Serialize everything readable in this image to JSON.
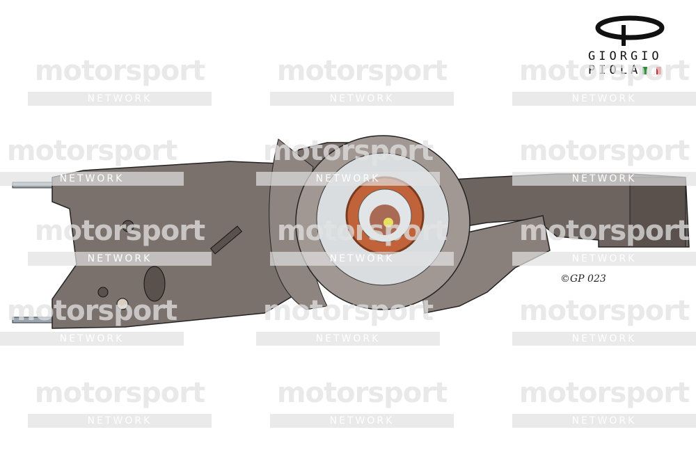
{
  "watermark": {
    "brand": "motorsport",
    "sub": "NETWORK"
  },
  "logo": {
    "line1": "GIORGIO",
    "line2": "PIOLA",
    "flag_colors": [
      "#2e8b3a",
      "#ffffff",
      "#d62828"
    ]
  },
  "signature": "©GP 023",
  "colors": {
    "body": "#7b716c",
    "body_dark": "#5a514d",
    "disc": "#d9dde0",
    "gear": "#c0633a",
    "hub": "#e8e060"
  }
}
